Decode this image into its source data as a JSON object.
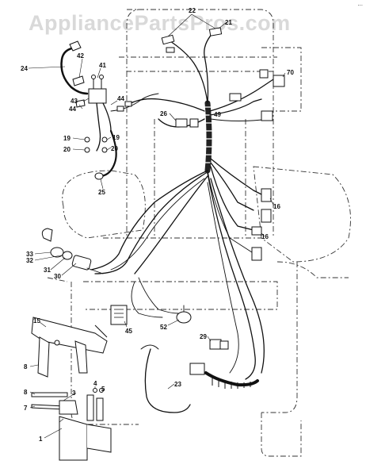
{
  "watermark": "AppliancePartsPros.com",
  "corner_mark": "...",
  "callouts": [
    {
      "id": "c22",
      "label": "22"
    },
    {
      "id": "c21",
      "label": "21"
    },
    {
      "id": "c24",
      "label": "24"
    },
    {
      "id": "c42",
      "label": "42"
    },
    {
      "id": "c41",
      "label": "41"
    },
    {
      "id": "c43",
      "label": "43"
    },
    {
      "id": "c44a",
      "label": "44"
    },
    {
      "id": "c44b",
      "label": "44"
    },
    {
      "id": "c19a",
      "label": "19"
    },
    {
      "id": "c19b",
      "label": "19"
    },
    {
      "id": "c20a",
      "label": "20"
    },
    {
      "id": "c20b",
      "label": "20"
    },
    {
      "id": "c25",
      "label": "25"
    },
    {
      "id": "c26",
      "label": "26"
    },
    {
      "id": "c49",
      "label": "49"
    },
    {
      "id": "c70",
      "label": "70"
    },
    {
      "id": "c16a",
      "label": "16"
    },
    {
      "id": "c16b",
      "label": "16"
    },
    {
      "id": "c33",
      "label": "33"
    },
    {
      "id": "c32",
      "label": "32"
    },
    {
      "id": "c31",
      "label": "31"
    },
    {
      "id": "c30",
      "label": "30"
    },
    {
      "id": "c15",
      "label": "15"
    },
    {
      "id": "c45",
      "label": "45"
    },
    {
      "id": "c52",
      "label": "52"
    },
    {
      "id": "c29",
      "label": "29"
    },
    {
      "id": "c23",
      "label": "23"
    },
    {
      "id": "c8a",
      "label": "8"
    },
    {
      "id": "c8b",
      "label": "8"
    },
    {
      "id": "c4",
      "label": "4"
    },
    {
      "id": "c3",
      "label": "3"
    },
    {
      "id": "c7",
      "label": "7"
    },
    {
      "id": "c5",
      "label": "5"
    },
    {
      "id": "c1",
      "label": "1"
    }
  ]
}
